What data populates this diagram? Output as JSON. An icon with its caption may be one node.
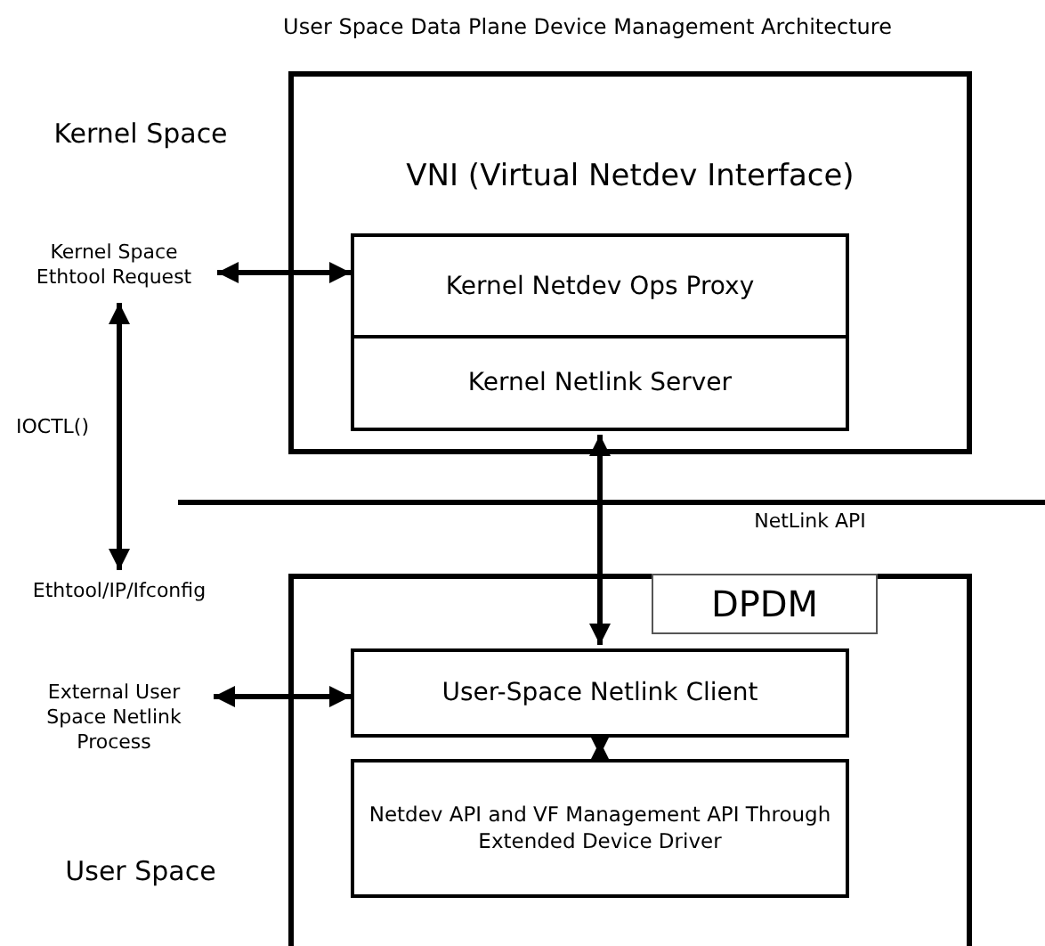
{
  "diagram": {
    "title": "User Space Data Plane Device Management Architecture",
    "nodes": [
      {
        "text": [
          "VNI (Virtual Netdev Interface)"
        ]
      },
      {
        "text": [
          "Kernel Netdev Ops Proxy"
        ],
        "in": 0
      },
      {
        "text": [
          "Kernel Netlink Server"
        ],
        "in": 0
      },
      {
        "text": [
          "Kernel Space Ethtool Request"
        ]
      },
      {
        "text": [
          "Ethtool/IP/Ifconfig"
        ]
      },
      {
        "text": [
          "DPDM"
        ]
      },
      {
        "text": [
          "User-Space Netlink Client"
        ],
        "in": 5
      },
      {
        "text": [
          "Netdev API and VF Management API Through Extended Device Driver"
        ],
        "in": 5
      },
      {
        "text": [
          "External User Space Netlink Process"
        ]
      }
    ],
    "edges": [
      {
        "from": 3,
        "to": 1,
        "arrow": "both"
      },
      {
        "from": 3,
        "to": 4,
        "arrow": "both",
        "label": "IOCTL()"
      },
      {
        "from": 2,
        "to": 6,
        "arrow": "both"
      },
      {
        "from": 8,
        "to": 6,
        "arrow": "both"
      },
      {
        "from": 6,
        "to": 7,
        "arrow": "both"
      }
    ],
    "labels": [
      "Kernel Space",
      "NetLink API",
      "User Space"
    ]
  }
}
